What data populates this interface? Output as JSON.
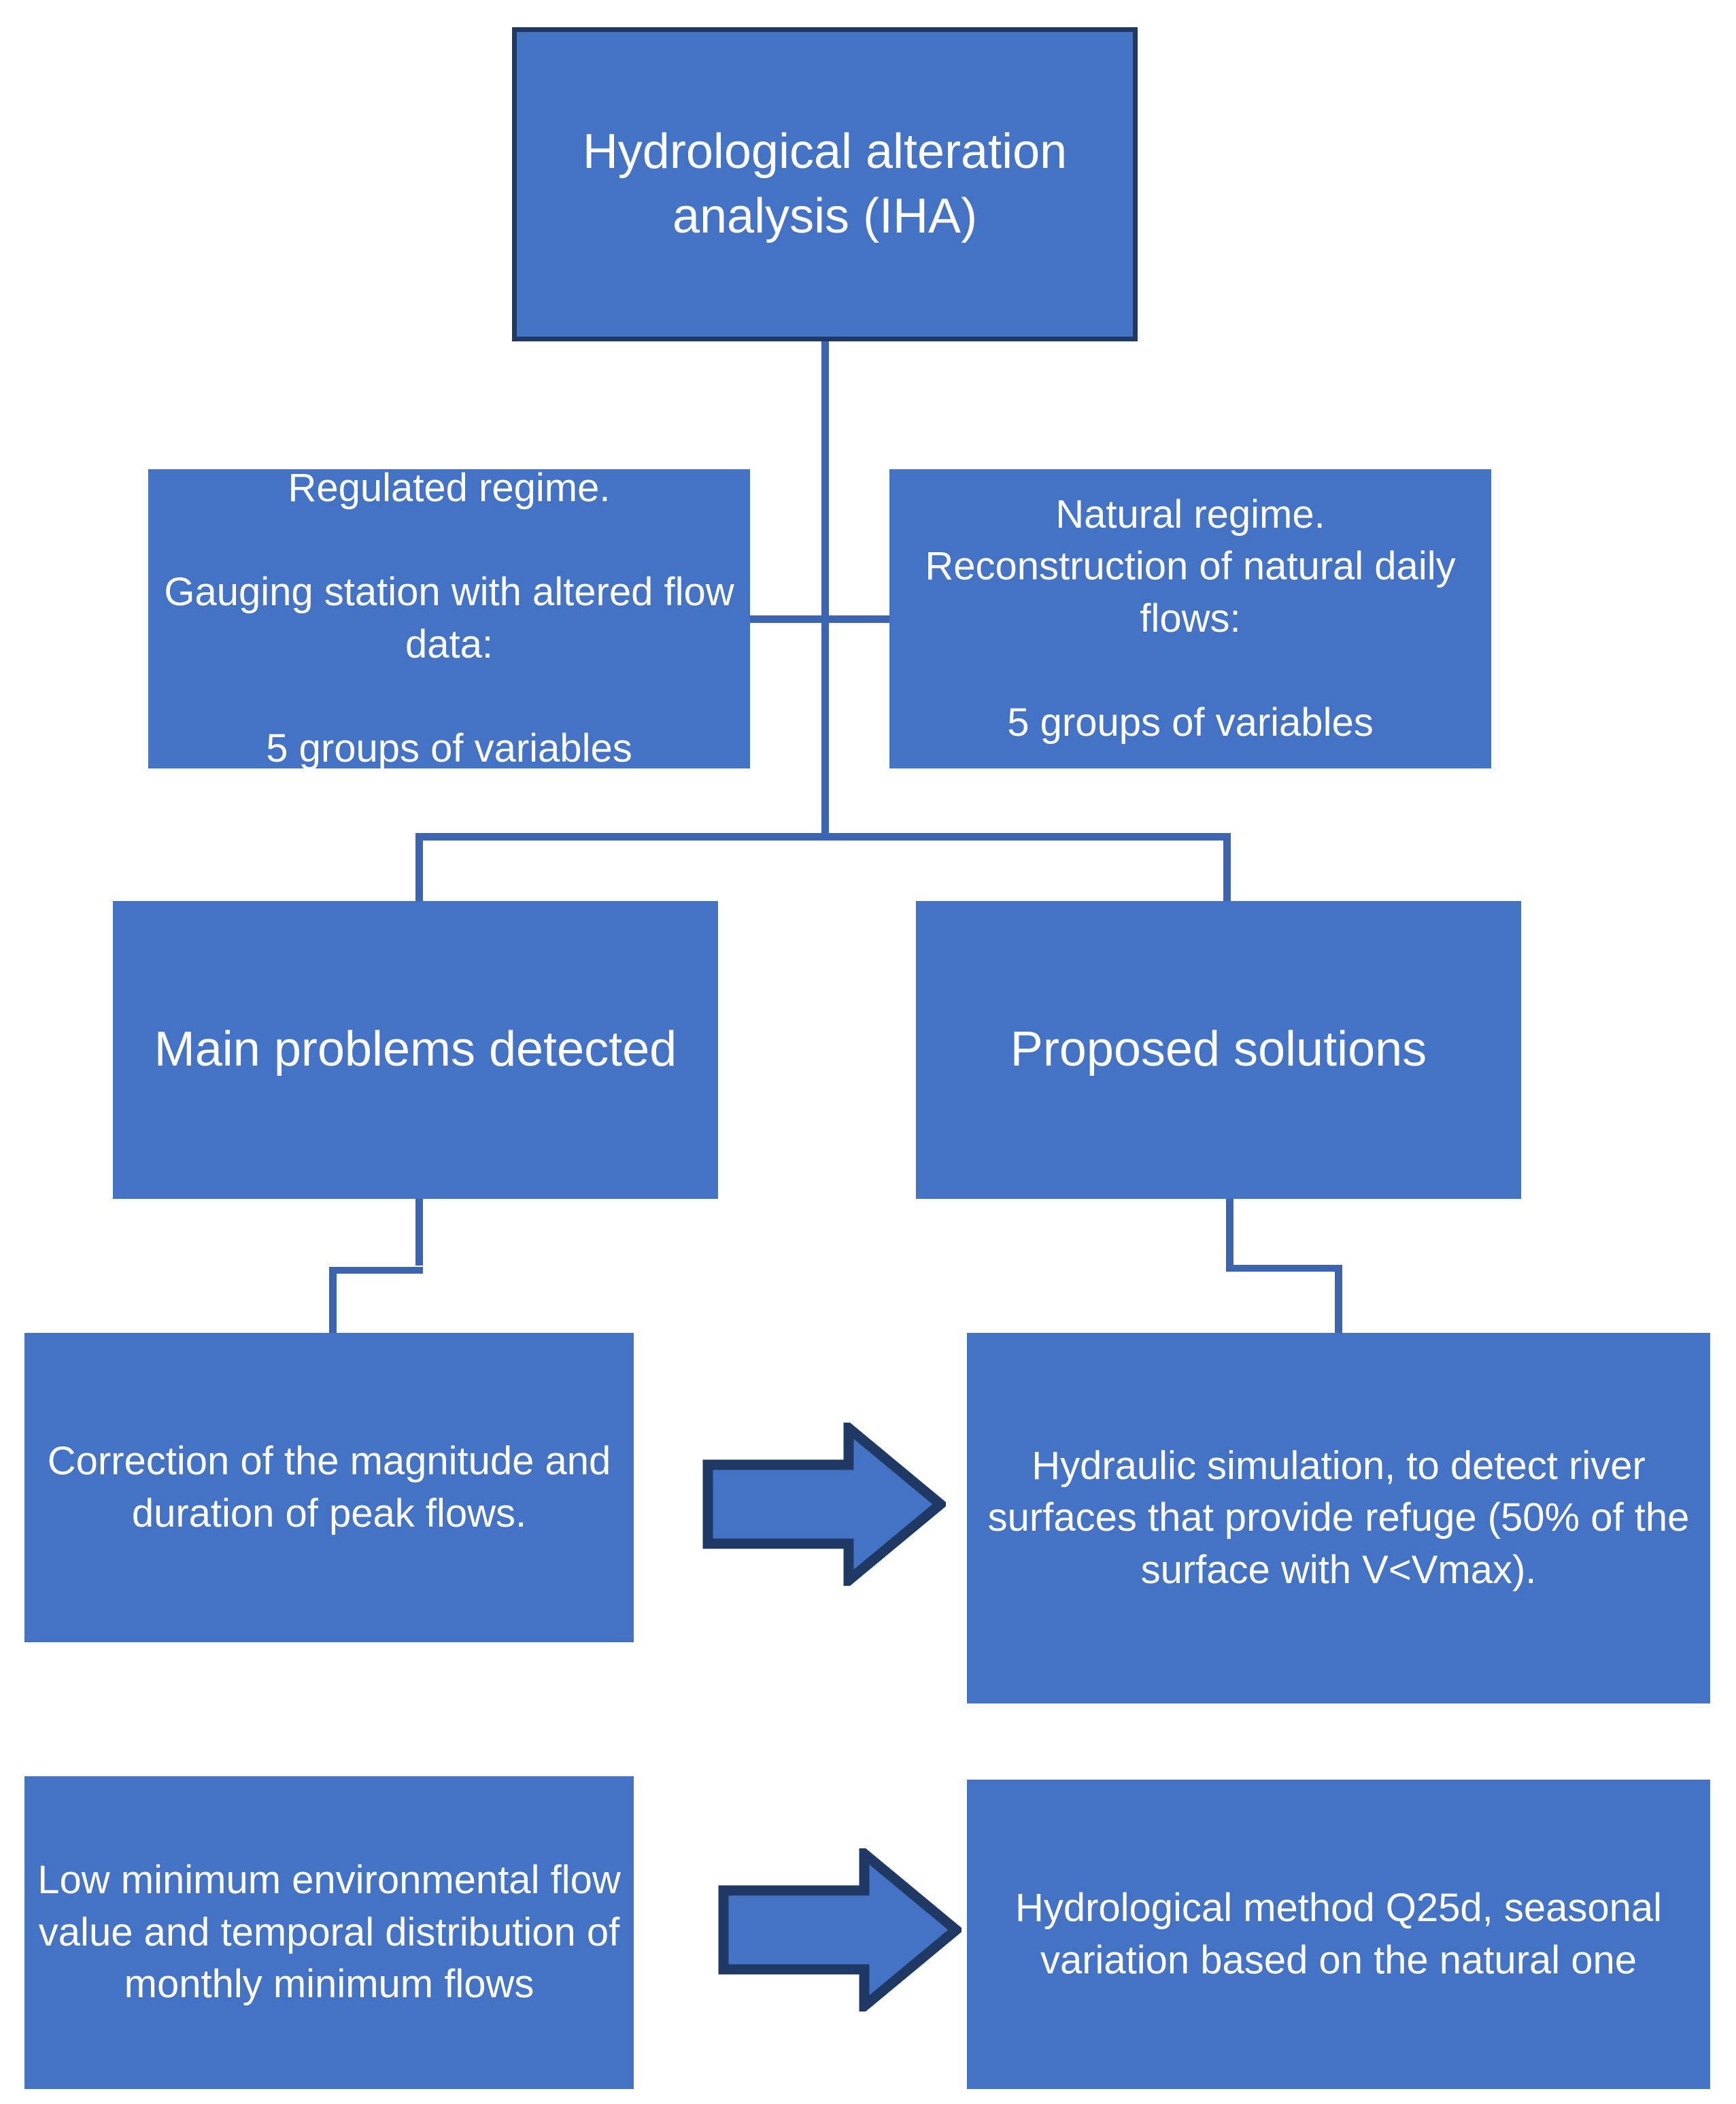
{
  "diagram": {
    "title": "Hydrological alteration analysis flowchart",
    "colors": {
      "box_fill": "#4472C4",
      "box_border": "#1F3864",
      "connector": "#3C64AF",
      "text": "#FFFFFF",
      "background": "#FFFFFF"
    },
    "nodes": {
      "root": "Hydrological alteration analysis (IHA)",
      "regulated": "Regulated regime.\n\nGauging station with altered flow data:\n\n5 groups of variables",
      "natural": "Natural regime.\nReconstruction of natural daily flows:\n\n5 groups of variables",
      "problems": "Main problems detected",
      "solutions": "Proposed solutions",
      "problem_peak": "Correction of the magnitude and duration of peak flows.",
      "solution_hydraulic": "Hydraulic simulation, to detect river surfaces that provide refuge (50% of the surface with V<Vmax).",
      "problem_lowmin": "Low minimum environmental flow value and temporal distribution of monthly minimum flows",
      "solution_q25d": "Hydrological method Q25d, seasonal variation based on the natural one"
    },
    "arrows": [
      {
        "name": "arrow-peak-to-hydraulic",
        "direction": "right"
      },
      {
        "name": "arrow-lowmin-to-q25d",
        "direction": "right"
      }
    ],
    "connectors": [
      {
        "name": "root-to-regimes-vertical"
      },
      {
        "name": "regimes-horizontal-link"
      },
      {
        "name": "regimes-to-branch-vertical"
      },
      {
        "name": "branch-horizontal"
      },
      {
        "name": "branch-left-drop"
      },
      {
        "name": "branch-right-drop"
      },
      {
        "name": "problems-to-peak-zigzag"
      },
      {
        "name": "solutions-to-hydraulic-zigzag"
      }
    ]
  }
}
